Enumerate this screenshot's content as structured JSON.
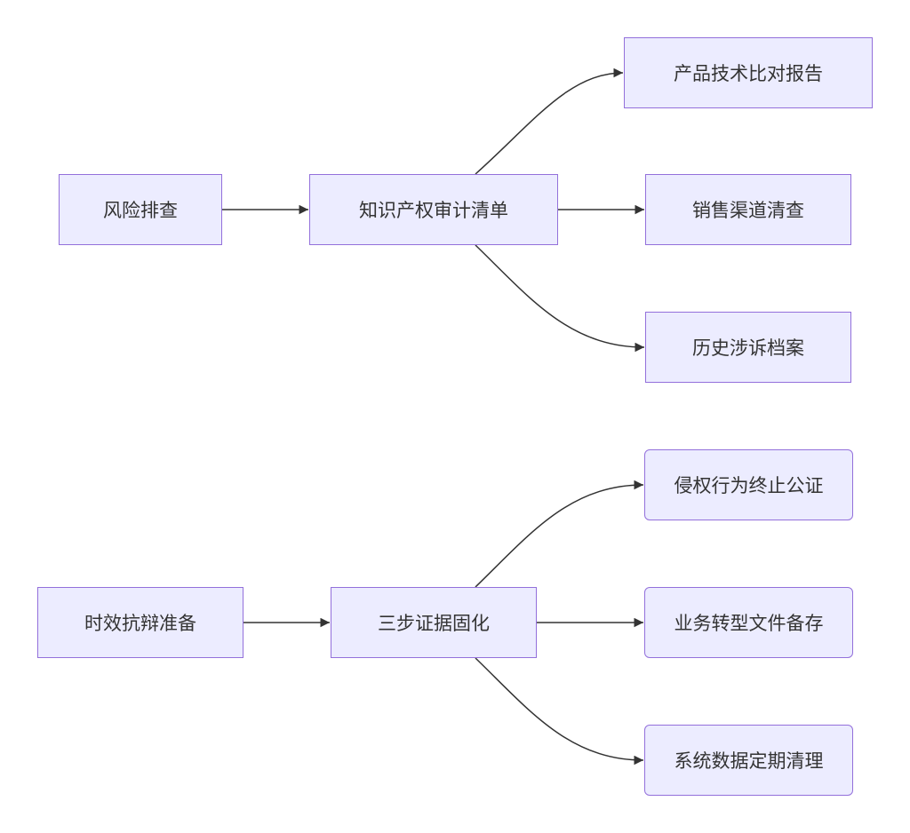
{
  "diagram": {
    "groups": [
      {
        "root": "风险排查",
        "hub": "知识产权审计清单",
        "leaves": [
          "产品技术比对报告",
          "销售渠道清查",
          "历史涉诉档案"
        ]
      },
      {
        "root": "时效抗辩准备",
        "hub": "三步证据固化",
        "leaves": [
          "侵权行为终止公证",
          "业务转型文件备存",
          "系统数据定期清理"
        ]
      }
    ]
  },
  "colors": {
    "node_fill": "#ECECFF",
    "node_stroke": "#9370DB",
    "edge": "#333333",
    "text": "#333333"
  }
}
